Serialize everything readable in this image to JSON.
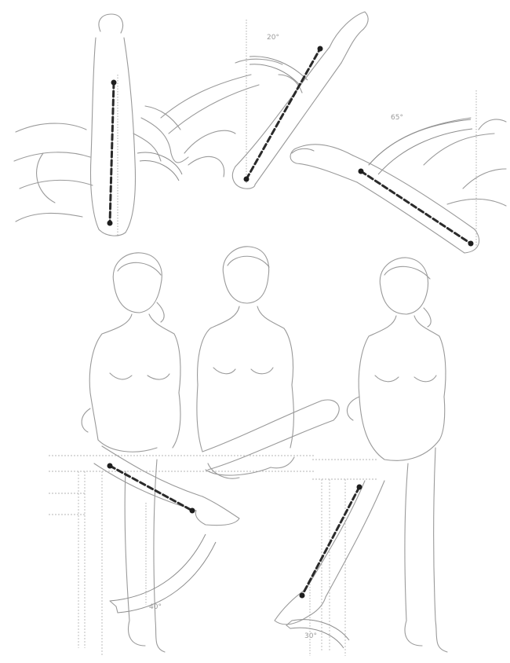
{
  "figure": {
    "panels": [
      {
        "id": "forearm-zero-position",
        "angle_label": ""
      },
      {
        "id": "forearm-raised",
        "angle_label": "20°"
      },
      {
        "id": "forearm-lowered",
        "angle_label": "65°"
      },
      {
        "id": "seated-lower-leg-rotated",
        "angle_label": "40°"
      },
      {
        "id": "cross-legged-sitting",
        "angle_label": ""
      },
      {
        "id": "standing-lower-leg-rotated",
        "angle_label": "30°"
      }
    ],
    "colors": {
      "line": "#9a9a9a",
      "axis": "#2a2a2a",
      "joint": "#1e1e1e"
    }
  }
}
